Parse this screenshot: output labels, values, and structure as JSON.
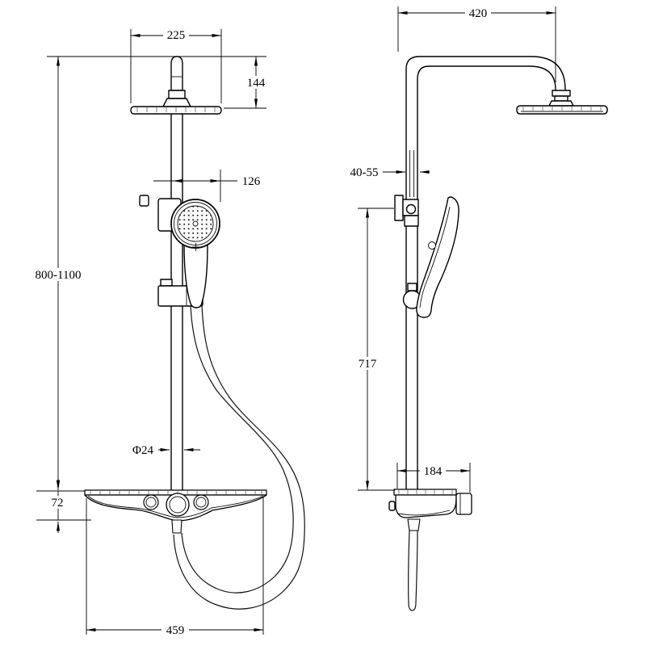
{
  "drawing": {
    "description": "Two-view dimensioned technical drawing of a thermostatic shower column with rain head, hand shower, slide rail and shelf mixer",
    "line_color": "#000000",
    "background": "#ffffff"
  },
  "front": {
    "head_width": "225",
    "head_drop": "144",
    "handset_offset": "126",
    "rail_height": "800-1100",
    "pipe_diameter": "Φ24",
    "shelf_height": "72",
    "shelf_width": "459"
  },
  "side": {
    "arm_reach": "420",
    "bracket_depth": "40-55",
    "column_height": "717",
    "body_depth": "184"
  }
}
